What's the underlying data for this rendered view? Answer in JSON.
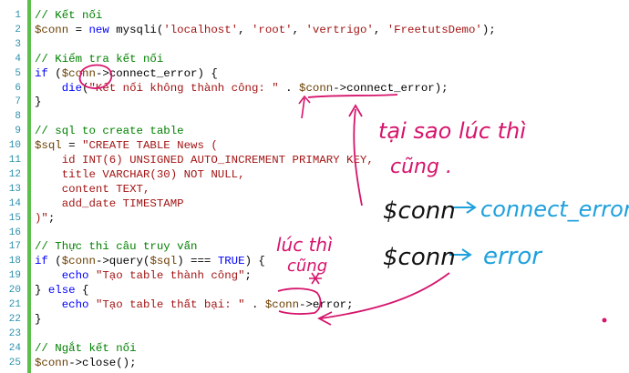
{
  "code_lines": [
    {
      "n": "1",
      "tokens": [
        {
          "t": "// Kết nối",
          "c": "comment"
        }
      ]
    },
    {
      "n": "2",
      "tokens": [
        {
          "t": "$conn",
          "c": "var"
        },
        {
          "t": " = ",
          "c": "plain"
        },
        {
          "t": "new",
          "c": "kw"
        },
        {
          "t": " mysqli(",
          "c": "plain"
        },
        {
          "t": "'localhost'",
          "c": "str"
        },
        {
          "t": ", ",
          "c": "plain"
        },
        {
          "t": "'root'",
          "c": "str"
        },
        {
          "t": ", ",
          "c": "plain"
        },
        {
          "t": "'vertrigo'",
          "c": "str"
        },
        {
          "t": ", ",
          "c": "plain"
        },
        {
          "t": "'FreetutsDemo'",
          "c": "str"
        },
        {
          "t": ");",
          "c": "plain"
        }
      ]
    },
    {
      "n": "3",
      "tokens": []
    },
    {
      "n": "4",
      "tokens": [
        {
          "t": "// Kiểm tra kết nối",
          "c": "comment"
        }
      ]
    },
    {
      "n": "5",
      "tokens": [
        {
          "t": "if",
          "c": "kw"
        },
        {
          "t": " (",
          "c": "plain"
        },
        {
          "t": "$conn",
          "c": "var"
        },
        {
          "t": "->connect_error) {",
          "c": "plain"
        }
      ]
    },
    {
      "n": "6",
      "tokens": [
        {
          "t": "    ",
          "c": "plain"
        },
        {
          "t": "die",
          "c": "kw"
        },
        {
          "t": "(",
          "c": "plain"
        },
        {
          "t": "\"Kết nối không thành công: \"",
          "c": "str"
        },
        {
          "t": " . ",
          "c": "plain"
        },
        {
          "t": "$conn",
          "c": "var"
        },
        {
          "t": "->connect_error);",
          "c": "plain"
        }
      ]
    },
    {
      "n": "7",
      "tokens": [
        {
          "t": "}",
          "c": "plain"
        }
      ]
    },
    {
      "n": "8",
      "tokens": []
    },
    {
      "n": "9",
      "tokens": [
        {
          "t": "// sql to create table",
          "c": "comment"
        }
      ]
    },
    {
      "n": "10",
      "tokens": [
        {
          "t": "$sql",
          "c": "var"
        },
        {
          "t": " = ",
          "c": "plain"
        },
        {
          "t": "\"CREATE TABLE News (",
          "c": "str"
        }
      ]
    },
    {
      "n": "11",
      "tokens": [
        {
          "t": "    id INT(6) UNSIGNED AUTO_INCREMENT PRIMARY KEY,",
          "c": "str"
        }
      ]
    },
    {
      "n": "12",
      "tokens": [
        {
          "t": "    title VARCHAR(30) NOT NULL,",
          "c": "str"
        }
      ]
    },
    {
      "n": "13",
      "tokens": [
        {
          "t": "    content TEXT,",
          "c": "str"
        }
      ]
    },
    {
      "n": "14",
      "tokens": [
        {
          "t": "    add_date TIMESTAMP",
          "c": "str"
        }
      ]
    },
    {
      "n": "15",
      "tokens": [
        {
          "t": ")\"",
          "c": "str"
        },
        {
          "t": ";",
          "c": "plain"
        }
      ]
    },
    {
      "n": "16",
      "tokens": []
    },
    {
      "n": "17",
      "tokens": [
        {
          "t": "// Thực thi câu truy vấn",
          "c": "comment"
        }
      ]
    },
    {
      "n": "18",
      "tokens": [
        {
          "t": "if",
          "c": "kw"
        },
        {
          "t": " (",
          "c": "plain"
        },
        {
          "t": "$conn",
          "c": "var"
        },
        {
          "t": "->query(",
          "c": "plain"
        },
        {
          "t": "$sql",
          "c": "var"
        },
        {
          "t": ") === ",
          "c": "plain"
        },
        {
          "t": "TRUE",
          "c": "kw"
        },
        {
          "t": ") {",
          "c": "plain"
        }
      ]
    },
    {
      "n": "19",
      "tokens": [
        {
          "t": "    ",
          "c": "plain"
        },
        {
          "t": "echo",
          "c": "kw"
        },
        {
          "t": " ",
          "c": "plain"
        },
        {
          "t": "\"Tạo table thành công\"",
          "c": "str"
        },
        {
          "t": ";",
          "c": "plain"
        }
      ]
    },
    {
      "n": "20",
      "tokens": [
        {
          "t": "} ",
          "c": "plain"
        },
        {
          "t": "else",
          "c": "kw"
        },
        {
          "t": " {",
          "c": "plain"
        }
      ]
    },
    {
      "n": "21",
      "tokens": [
        {
          "t": "    ",
          "c": "plain"
        },
        {
          "t": "echo",
          "c": "kw"
        },
        {
          "t": " ",
          "c": "plain"
        },
        {
          "t": "\"Tạo table thất bại: \"",
          "c": "str"
        },
        {
          "t": " . ",
          "c": "plain"
        },
        {
          "t": "$conn",
          "c": "var"
        },
        {
          "t": "->error;",
          "c": "plain"
        }
      ]
    },
    {
      "n": "22",
      "tokens": [
        {
          "t": "}",
          "c": "plain"
        }
      ]
    },
    {
      "n": "23",
      "tokens": []
    },
    {
      "n": "24",
      "tokens": [
        {
          "t": "// Ngắt kết nối",
          "c": "comment"
        }
      ]
    },
    {
      "n": "25",
      "tokens": [
        {
          "t": "$conn",
          "c": "var"
        },
        {
          "t": "->close();",
          "c": "plain"
        }
      ]
    }
  ],
  "annotations": {
    "note_1_line_1": "tại sao lúc thì",
    "note_1_line_2": "cũng .",
    "note_2_line_1": "lúc thì",
    "note_2_line_2": "cũng",
    "mapping_1_left": "$conn",
    "mapping_1_right": "connect_error",
    "mapping_2_left": "$conn",
    "mapping_2_right": "error"
  },
  "colors": {
    "gutter_bar": "#5cbf4b",
    "comment": "#008000",
    "keyword": "#0000ff",
    "string": "#a31515",
    "variable": "#6a3e00",
    "line_number": "#2b91af",
    "ink_magenta": "#d6156c",
    "ink_blue": "#1ea0dc",
    "ink_black": "#111111"
  }
}
